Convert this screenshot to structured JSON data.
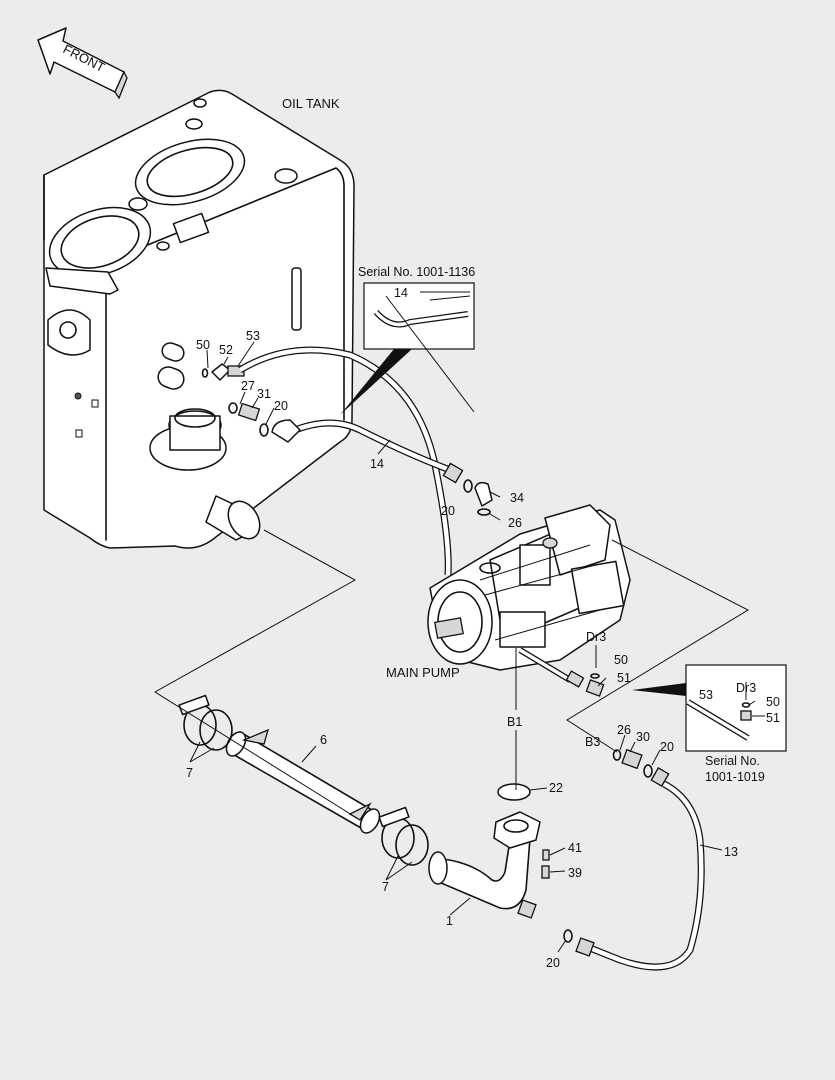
{
  "labels": {
    "front": "FRONT",
    "oil_tank": "OIL TANK",
    "main_pump": "MAIN PUMP",
    "serial_1": "Serial No. 1001-1136",
    "serial_2a": "Serial No.",
    "serial_2b": "1001-1019"
  },
  "callouts": [
    {
      "id": "c50a",
      "text": "50"
    },
    {
      "id": "c52",
      "text": "52"
    },
    {
      "id": "c53a",
      "text": "53"
    },
    {
      "id": "c27",
      "text": "27"
    },
    {
      "id": "c31",
      "text": "31"
    },
    {
      "id": "c20a",
      "text": "20"
    },
    {
      "id": "c14a",
      "text": "14"
    },
    {
      "id": "c14b",
      "text": "14"
    },
    {
      "id": "c20b",
      "text": "20"
    },
    {
      "id": "c34",
      "text": "34"
    },
    {
      "id": "c26a",
      "text": "26"
    },
    {
      "id": "cDr3a",
      "text": "Dr3"
    },
    {
      "id": "c50b",
      "text": "50"
    },
    {
      "id": "c51a",
      "text": "51"
    },
    {
      "id": "cB1",
      "text": "B1"
    },
    {
      "id": "c53b",
      "text": "53"
    },
    {
      "id": "cDr3b",
      "text": "Dr3"
    },
    {
      "id": "c50c",
      "text": "50"
    },
    {
      "id": "c51b",
      "text": "51"
    },
    {
      "id": "cB3",
      "text": "B3"
    },
    {
      "id": "c26b",
      "text": "26"
    },
    {
      "id": "c30",
      "text": "30"
    },
    {
      "id": "c20c",
      "text": "20"
    },
    {
      "id": "c6",
      "text": "6"
    },
    {
      "id": "c7a",
      "text": "7"
    },
    {
      "id": "c22",
      "text": "22"
    },
    {
      "id": "c41",
      "text": "41"
    },
    {
      "id": "c39",
      "text": "39"
    },
    {
      "id": "c7b",
      "text": "7"
    },
    {
      "id": "c1",
      "text": "1"
    },
    {
      "id": "c13",
      "text": "13"
    },
    {
      "id": "c20d",
      "text": "20"
    }
  ]
}
